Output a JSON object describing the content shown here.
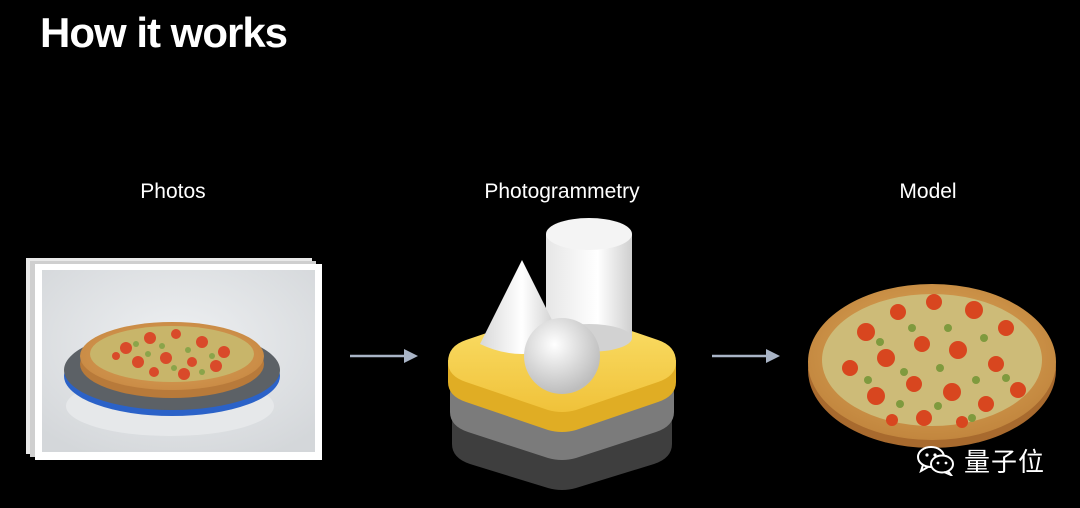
{
  "slide": {
    "title": "How it works"
  },
  "steps": [
    {
      "label": "Photos",
      "image": "pizza-photo-on-turntable"
    },
    {
      "label": "Photogrammetry",
      "icon": "reality-composer-icon"
    },
    {
      "label": "Model",
      "image": "pizza-3d-model"
    }
  ],
  "arrows": [
    "arrow-right-icon",
    "arrow-right-icon"
  ],
  "watermark": {
    "icon": "wechat-icon",
    "text": "量子位"
  },
  "colors": {
    "background": "#000000",
    "text": "#ffffff",
    "arrow": "#a9b4c6",
    "icon_yellow": "#f2c73a",
    "icon_grey": "#7b7b7b",
    "icon_dark": "#3e3e3e"
  }
}
